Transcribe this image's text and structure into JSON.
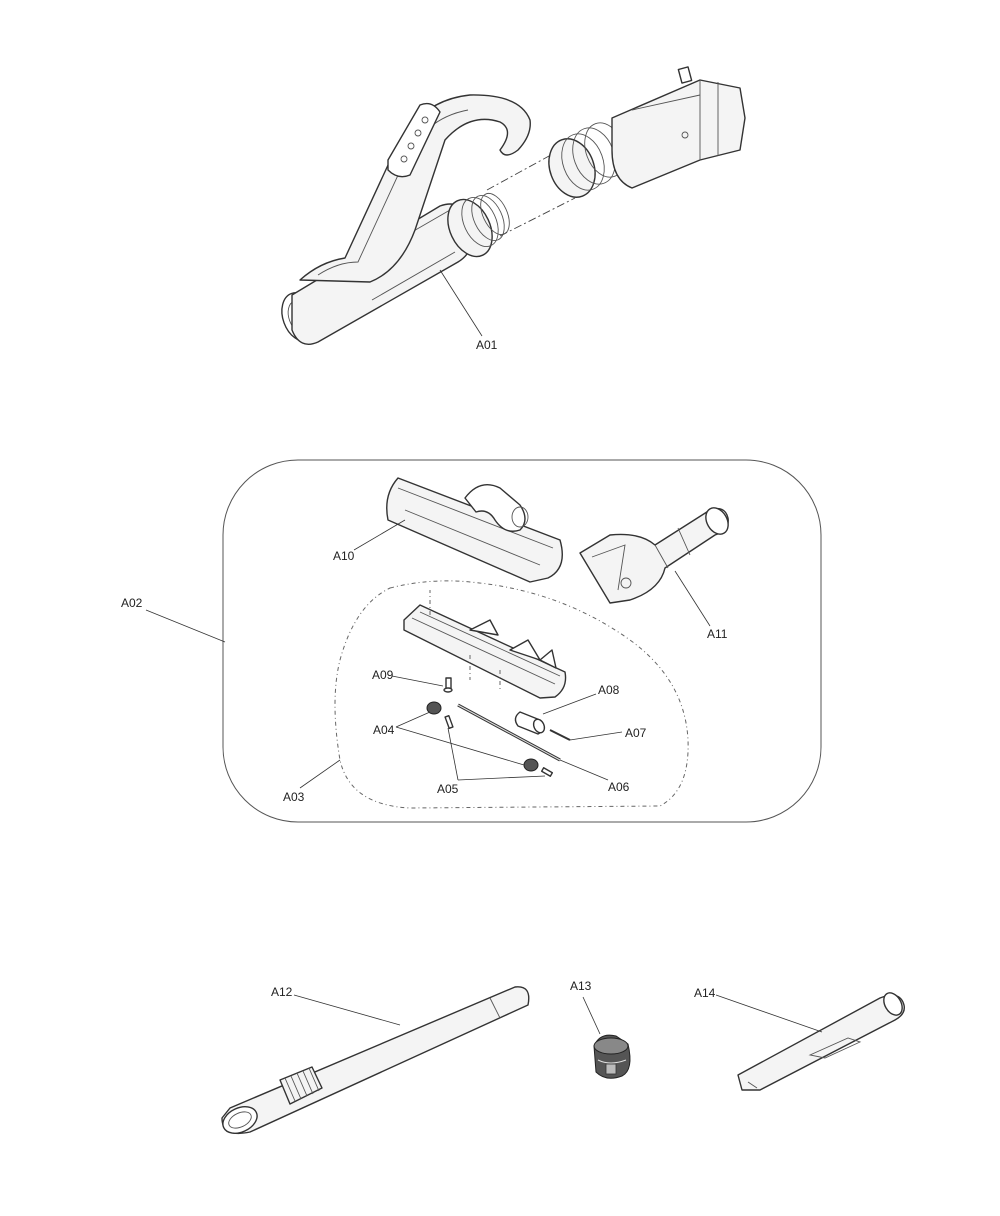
{
  "diagram": {
    "labels": {
      "a01": "A01",
      "a02": "A02",
      "a03": "A03",
      "a04": "A04",
      "a05": "A05",
      "a06": "A06",
      "a07": "A07",
      "a08": "A08",
      "a09": "A09",
      "a10": "A10",
      "a11": "A11",
      "a12": "A12",
      "a13": "A13",
      "a14": "A14"
    },
    "colors": {
      "line": "#333333",
      "fill": "#f4f4f4",
      "dark_part": "#555555"
    }
  }
}
